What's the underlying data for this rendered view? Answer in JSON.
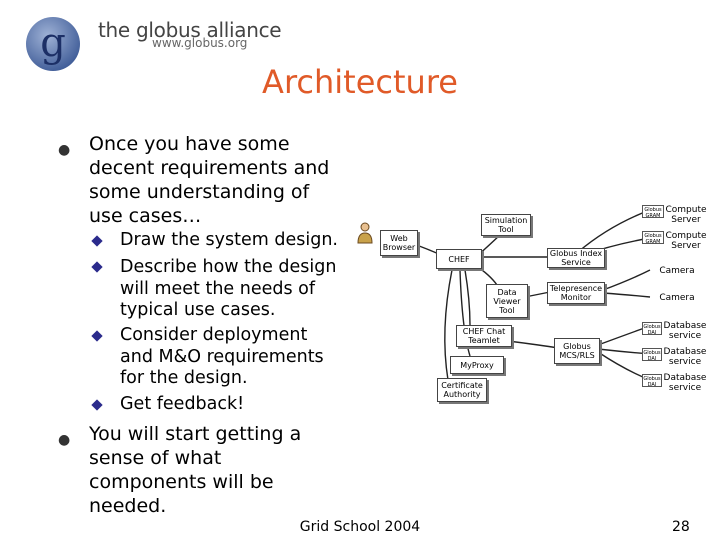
{
  "logo": {
    "name": "the globus alliance",
    "url": "www.globus.org",
    "mark": "g"
  },
  "title": "Architecture",
  "bullets": [
    {
      "text": "Once you have some\ndecent requirements and\nsome understanding of\nuse cases…"
    },
    {
      "text": "You will start getting a\nsense of what\ncomponents will be\nneeded."
    }
  ],
  "sub_bullets": [
    {
      "text": "Draw the system design."
    },
    {
      "text": "Describe how the design\nwill meet the needs of\ntypical use cases."
    },
    {
      "text": "Consider deployment\nand M&O requirements\nfor the design."
    },
    {
      "text": "Get feedback!"
    }
  ],
  "diagram": {
    "web_browser": "Web\nBrowser",
    "simulation_tool": "Simulation\nTool",
    "chef": "CHEF",
    "globus_index": "Globus Index\nService",
    "data_viewer": "Data\nViewer\nTool",
    "telepresence": "Telepresence\nMonitor",
    "chef_chat": "CHEF Chat\nTeamlet",
    "myproxy": "MyProxy",
    "globus_mcs": "Globus\nMCS/RLS",
    "cert_auth": "Certificate\nAuthority",
    "gram_tag": "Globus\nGRAM",
    "dai_tag": "Globus\nDAI",
    "compute_server": "Compute\nServer",
    "camera": "Camera",
    "database_service": "Database\nservice"
  },
  "footer": {
    "center": "Grid School 2004",
    "page": "28"
  }
}
